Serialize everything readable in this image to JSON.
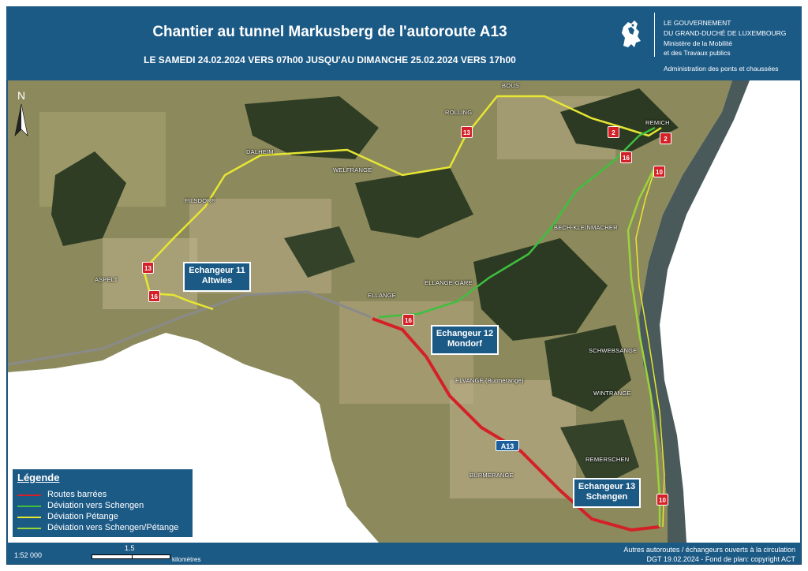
{
  "header": {
    "title": "Chantier au tunnel Markusberg de l'autoroute A13",
    "subtitle": "LE SAMEDI 24.02.2024 VERS 07h00 JUSQU'AU DIMANCHE 25.02.2024 VERS 17h00"
  },
  "government": {
    "line1": "LE GOUVERNEMENT",
    "line2": "DU GRAND-DUCHÉ DE LUXEMBOURG",
    "line3": "Ministère de la Mobilité",
    "line4": "et des Travaux publics",
    "line5": "Administration des ponts et chaussées",
    "logo_icon": "red-lion-icon"
  },
  "map": {
    "north_label": "N",
    "places": [
      "BOUS",
      "ROLLING",
      "REMICH",
      "DALHEIM",
      "WELFRANGE",
      "FILSDORF",
      "BECH-KLEINMACHER",
      "ASPELT",
      "ELLANGE",
      "ELLANGE-GARE",
      "SCHWEBSANGE",
      "ELVANGE (Burmerange)",
      "WINTRANGE",
      "REMERSCHEN",
      "BURMERANGE"
    ],
    "route_badges": [
      "13",
      "2",
      "2",
      "16",
      "10",
      "13",
      "16",
      "16",
      "10"
    ],
    "motorway_badge": "A13",
    "interchanges": [
      {
        "line1": "Echangeur 11",
        "line2": "Altwies"
      },
      {
        "line1": "Echangeur 12",
        "line2": "Mondorf"
      },
      {
        "line1": "Echangeur 13",
        "line2": "Schengen"
      }
    ]
  },
  "legend": {
    "title": "Légende",
    "items": [
      {
        "label": "Routes barrées",
        "color": "#d42027"
      },
      {
        "label": "Déviation vers Schengen",
        "color": "#3fbf3f"
      },
      {
        "label": "Déviation Pétange",
        "color": "#e6e633"
      },
      {
        "label": "Déviation vers Schengen/Pétange",
        "color": "#9ad43a"
      }
    ]
  },
  "footer": {
    "scale_ratio": "1:52 000",
    "scale_value": "1.5",
    "scale_unit": "kilomètres",
    "note": "Autres autoroutes / échangeurs ouverts à la circulation",
    "credit": "DGT 19.02.2024 - Fond de plan: copyright ACT"
  },
  "colors": {
    "banner": "#1c5a86",
    "closed_road": "#d42027",
    "detour_schengen": "#3fbf3f",
    "detour_petange": "#e6e633",
    "detour_both": "#9ad43a"
  }
}
